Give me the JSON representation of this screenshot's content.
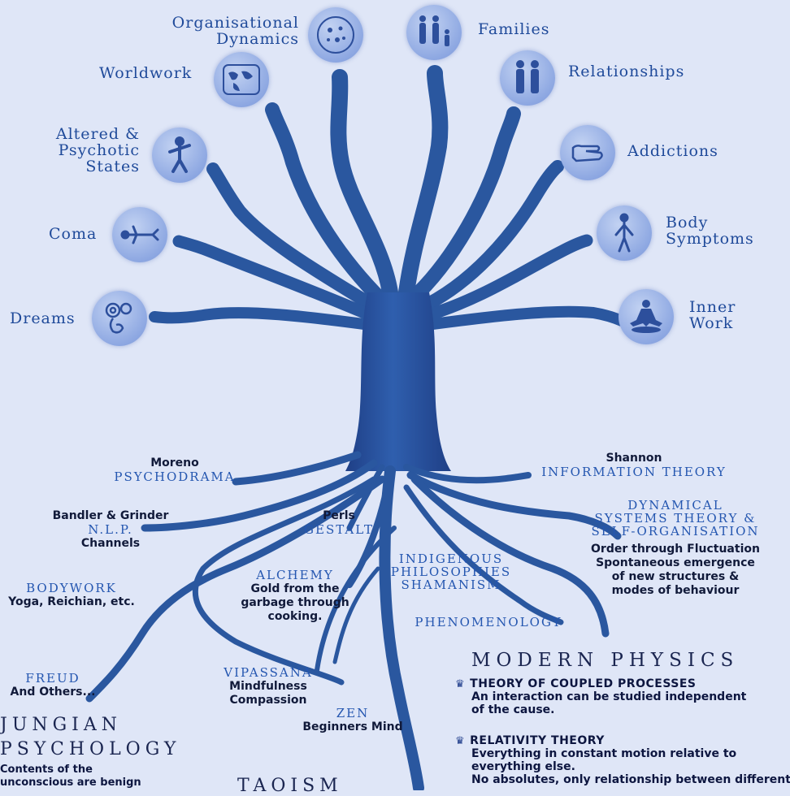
{
  "branches": [
    {
      "label": "Organisational\nDynamics",
      "icon": "globe-pattern-icon"
    },
    {
      "label": "Families",
      "icon": "family-icon"
    },
    {
      "label": "Worldwork",
      "icon": "world-map-icon"
    },
    {
      "label": "Relationships",
      "icon": "couple-icon"
    },
    {
      "label": "Altered &\nPsychotic\nStates",
      "icon": "dancing-figure-icon"
    },
    {
      "label": "Addictions",
      "icon": "hand-icon"
    },
    {
      "label": "Coma",
      "icon": "lying-figure-icon"
    },
    {
      "label": "Body\nSymptoms",
      "icon": "body-figure-icon"
    },
    {
      "label": "Dreams",
      "icon": "dream-spiral-icon"
    },
    {
      "label": "Inner\nWork",
      "icon": "meditating-figure-icon"
    }
  ],
  "roots": {
    "moreno": {
      "name": "Moreno",
      "caps": "PSYCHODRAMA"
    },
    "shannon": {
      "name": "Shannon",
      "caps": "INFORMATION THEORY"
    },
    "bandler": {
      "name": "Bandler & Grinder",
      "caps": "N.L.P.",
      "desc": "Channels"
    },
    "perls": {
      "name": "Perls",
      "caps": "GESTALT"
    },
    "dynamical": {
      "caps": "DYNAMICAL\nSYSTEMS THEORY &\nSELF-ORGANISATION",
      "desc": "Order through Fluctuation\nSpontaneous emergence\nof new structures &\nmodes of behaviour"
    },
    "indigenous": {
      "caps": "INDIGENOUS\nPHILOSOPHIES\nSHAMANISM"
    },
    "alchemy": {
      "caps": "ALCHEMY",
      "desc": "Gold from the\ngarbage through\ncooking."
    },
    "bodywork": {
      "caps": "BODYWORK",
      "desc": "Yoga, Reichian, etc."
    },
    "phenomenology": {
      "caps": "PHENOMENOLOGY"
    },
    "freud": {
      "caps": "FREUD",
      "desc": "And Others..."
    },
    "vipassana": {
      "caps": "VIPASSANA",
      "desc": "Mindfulness\nCompassion"
    },
    "zen": {
      "caps": "ZEN",
      "desc": "Beginners Mind"
    }
  },
  "jungian": {
    "title_line1": "JUNGIAN",
    "title_line2": "PSYCHOLOGY",
    "desc": "Contents of the\nunconscious are benign"
  },
  "taoism": {
    "title": "TAOISM"
  },
  "modern_physics": {
    "title": "MODERN PHYSICS",
    "items": [
      {
        "title": "THEORY OF COUPLED PROCESSES",
        "desc": "An interaction can be studied independent\nof the cause."
      },
      {
        "title": "RELATIVITY THEORY",
        "desc": "Everything in constant motion relative to\neverything else.\nNo absolutes, only relationship between different"
      }
    ]
  },
  "colors": {
    "background": "#dfe6f7",
    "tree": "#2f5fae",
    "tree_dark": "#1f3f86",
    "tree_light": "#6f93d6",
    "label": "#1f4a9a"
  }
}
